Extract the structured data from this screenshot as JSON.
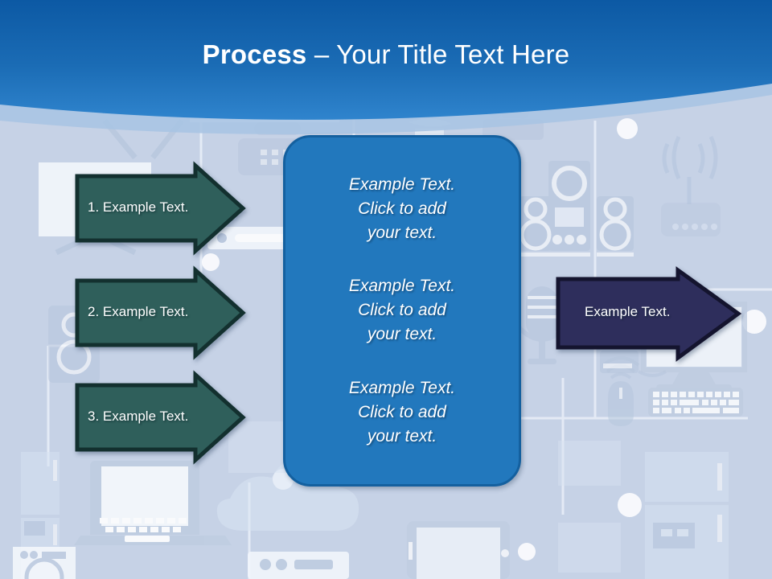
{
  "slide": {
    "title": {
      "bold_part": "Process",
      "rest_part": " – Your Title Text Here"
    },
    "background_theme": "consumer-electronics-icons",
    "colors": {
      "header_gradient_top": "#0f5ea8",
      "header_gradient_bottom": "#2b80ca",
      "header_arc_highlight": "#a8c3e2",
      "canvas_background": "#c6d2e6",
      "center_panel_fill": "#2278bd",
      "center_panel_border": "#14609f",
      "step_arrow_fill": "#2f5f5b",
      "step_arrow_border": "#13302f",
      "outcome_arrow_fill": "#2e2e5c",
      "outcome_arrow_border": "#14142e",
      "text_on_shape": "#ffffff"
    }
  },
  "steps": [
    {
      "label": "1. Example Text."
    },
    {
      "label": "2. Example Text."
    },
    {
      "label": "3. Example Text."
    }
  ],
  "center_panel": {
    "blocks": [
      {
        "text": "Example Text.\nClick  to add\nyour text."
      },
      {
        "text": "Example Text.\nClick  to add\nyour text."
      },
      {
        "text": "Example Text.\nClick  to add\nyour text."
      }
    ]
  },
  "outcome": {
    "label": "Example Text."
  }
}
